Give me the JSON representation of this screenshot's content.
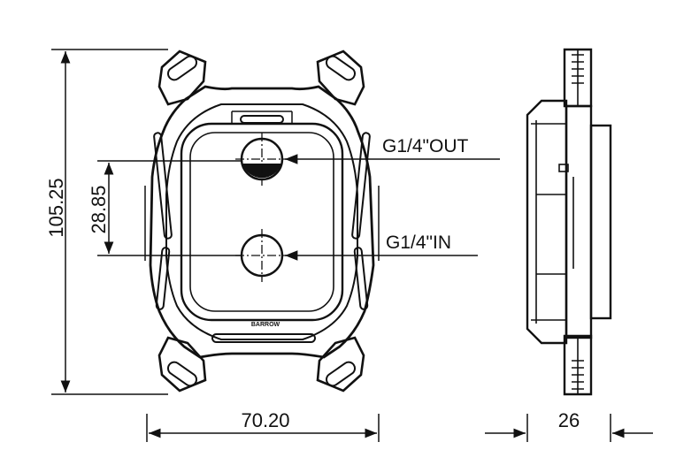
{
  "dimensions": {
    "height_total": "105.25",
    "port_spacing": "28.85",
    "width": "70.20",
    "depth": "26"
  },
  "ports": {
    "outlet_label": "G1/4\"OUT",
    "inlet_label": "G1/4\"IN"
  },
  "brand": {
    "logo_text": "BARROW"
  },
  "colors": {
    "line": "#111111",
    "background": "#ffffff"
  }
}
